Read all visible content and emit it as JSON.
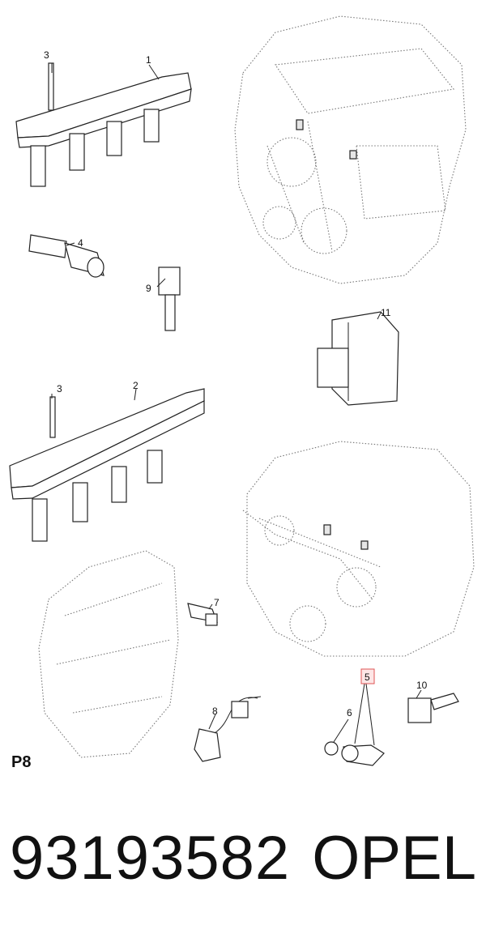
{
  "callouts": {
    "c1": "1",
    "c2": "2",
    "c3a": "3",
    "c3b": "3",
    "c4": "4",
    "c5": "5",
    "c6": "6",
    "c7": "7",
    "c8": "8",
    "c9": "9",
    "c10": "10",
    "c11": "11"
  },
  "page_code": "P8",
  "footer": {
    "part_number": "93193582",
    "brand": "OPEL"
  },
  "colors": {
    "highlight_fill": "#fde6e6",
    "highlight_stroke": "#e05555"
  }
}
